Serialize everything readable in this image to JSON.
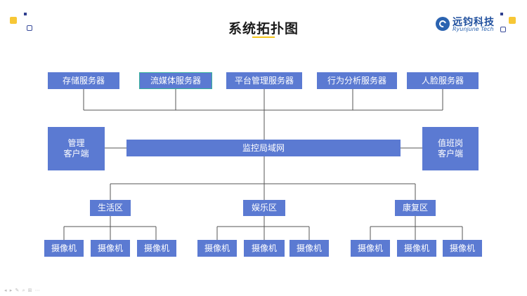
{
  "title": "系统拓扑图",
  "logo": {
    "cn": "远钧科技",
    "en": "Ryunjune Tech"
  },
  "servers": [
    "存储服务器",
    "流媒体服务器",
    "平台管理服务器",
    "行为分析服务器",
    "人脸服务器"
  ],
  "network": "监控局域网",
  "left_client": "管理\n客户端",
  "right_client": "值班岗\n客户端",
  "zones": [
    {
      "name": "生活区",
      "cameras": [
        "摄像机",
        "摄像机",
        "摄像机"
      ]
    },
    {
      "name": "娱乐区",
      "cameras": [
        "摄像机",
        "摄像机",
        "摄像机"
      ]
    },
    {
      "name": "康复区",
      "cameras": [
        "摄像机",
        "摄像机",
        "摄像机"
      ]
    }
  ],
  "colors": {
    "node": "#5b7ad2",
    "line": "#555555",
    "accent": "#f5c518",
    "highlight_border": "#36b19a"
  }
}
